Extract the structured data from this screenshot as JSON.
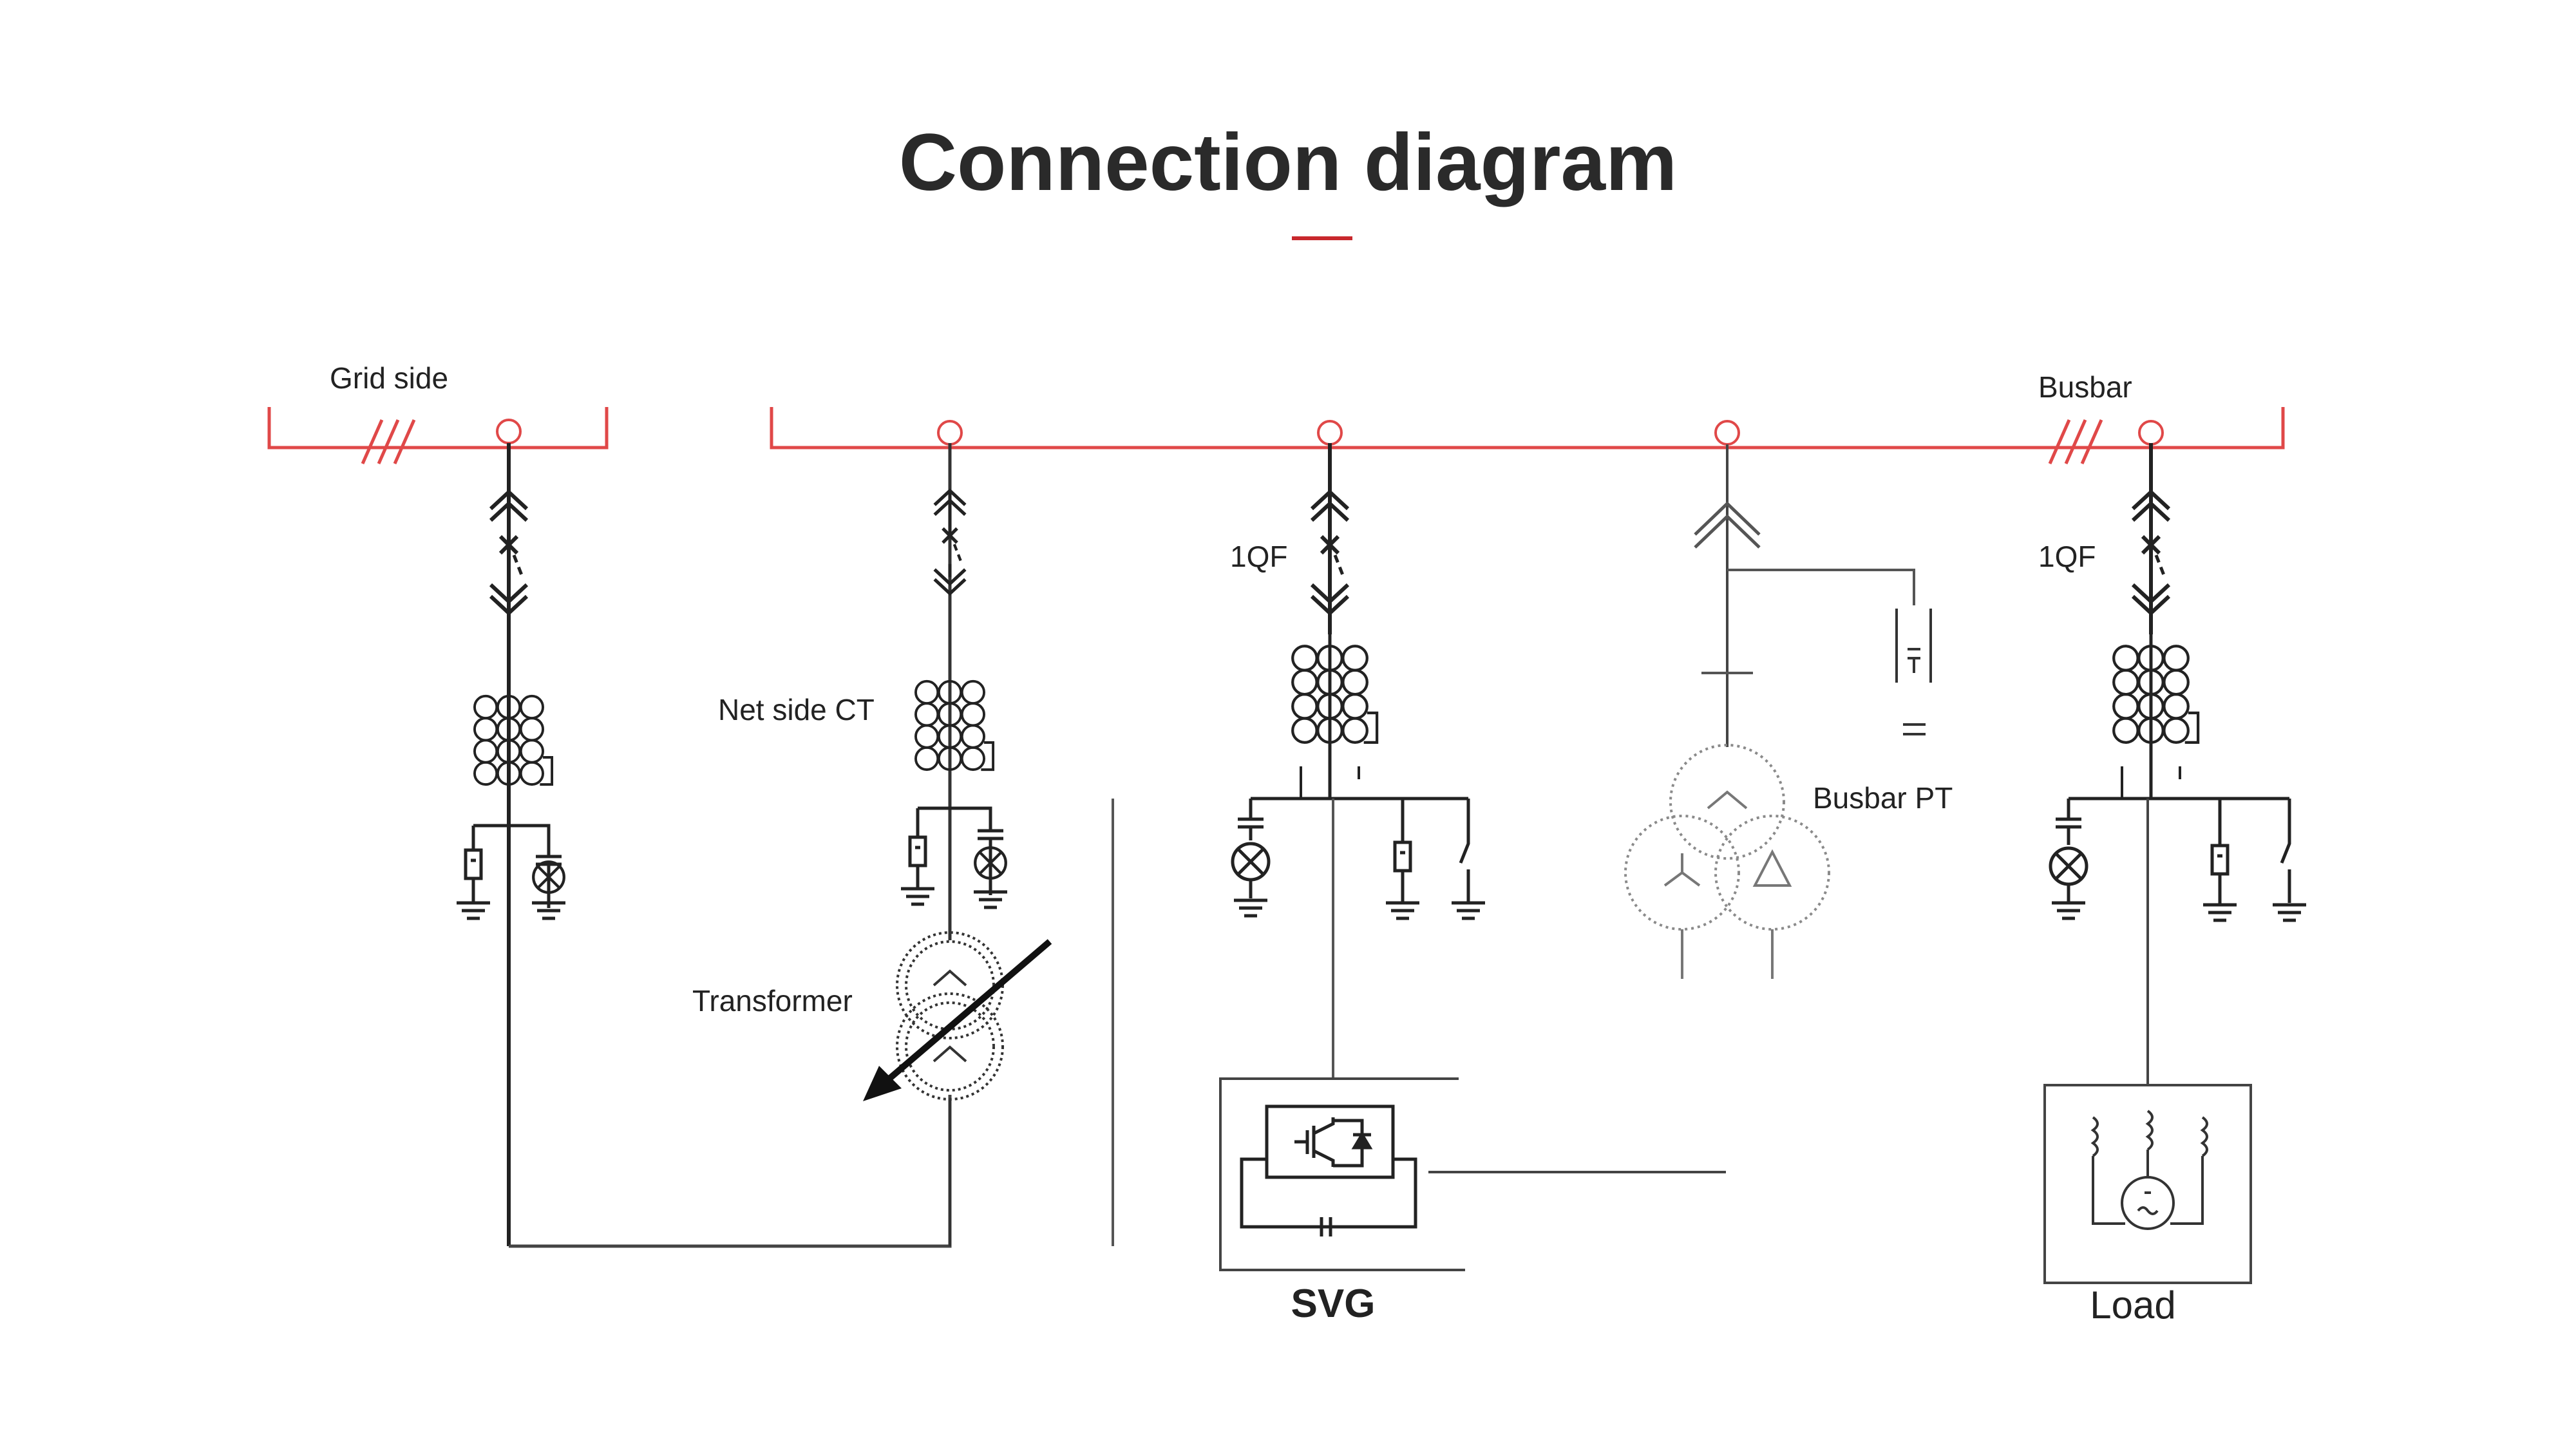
{
  "title": "Connection diagram",
  "colors": {
    "accent": "#c8282d",
    "busbar": "#e04848",
    "line": "#222222",
    "muted": "#9a9a9a",
    "title": "#2a2a2a"
  },
  "labels": {
    "grid_side": "Grid side",
    "busbar": "Busbar",
    "qf_svg": "1QF",
    "qf_load": "1QF",
    "net_side_ct": "Net side CT",
    "transformer": "Transformer",
    "busbar_pt": "Busbar PT",
    "svg": "SVG",
    "load": "Load"
  },
  "icons": {
    "breaker": "circuit-breaker-icon",
    "ct": "current-transformer-icon",
    "ground": "ground-icon",
    "lamp": "indicator-lamp-icon",
    "resistor": "resistor-icon",
    "pt": "potential-transformer-icon",
    "igbt": "igbt-module-icon",
    "motor": "motor-icon"
  }
}
